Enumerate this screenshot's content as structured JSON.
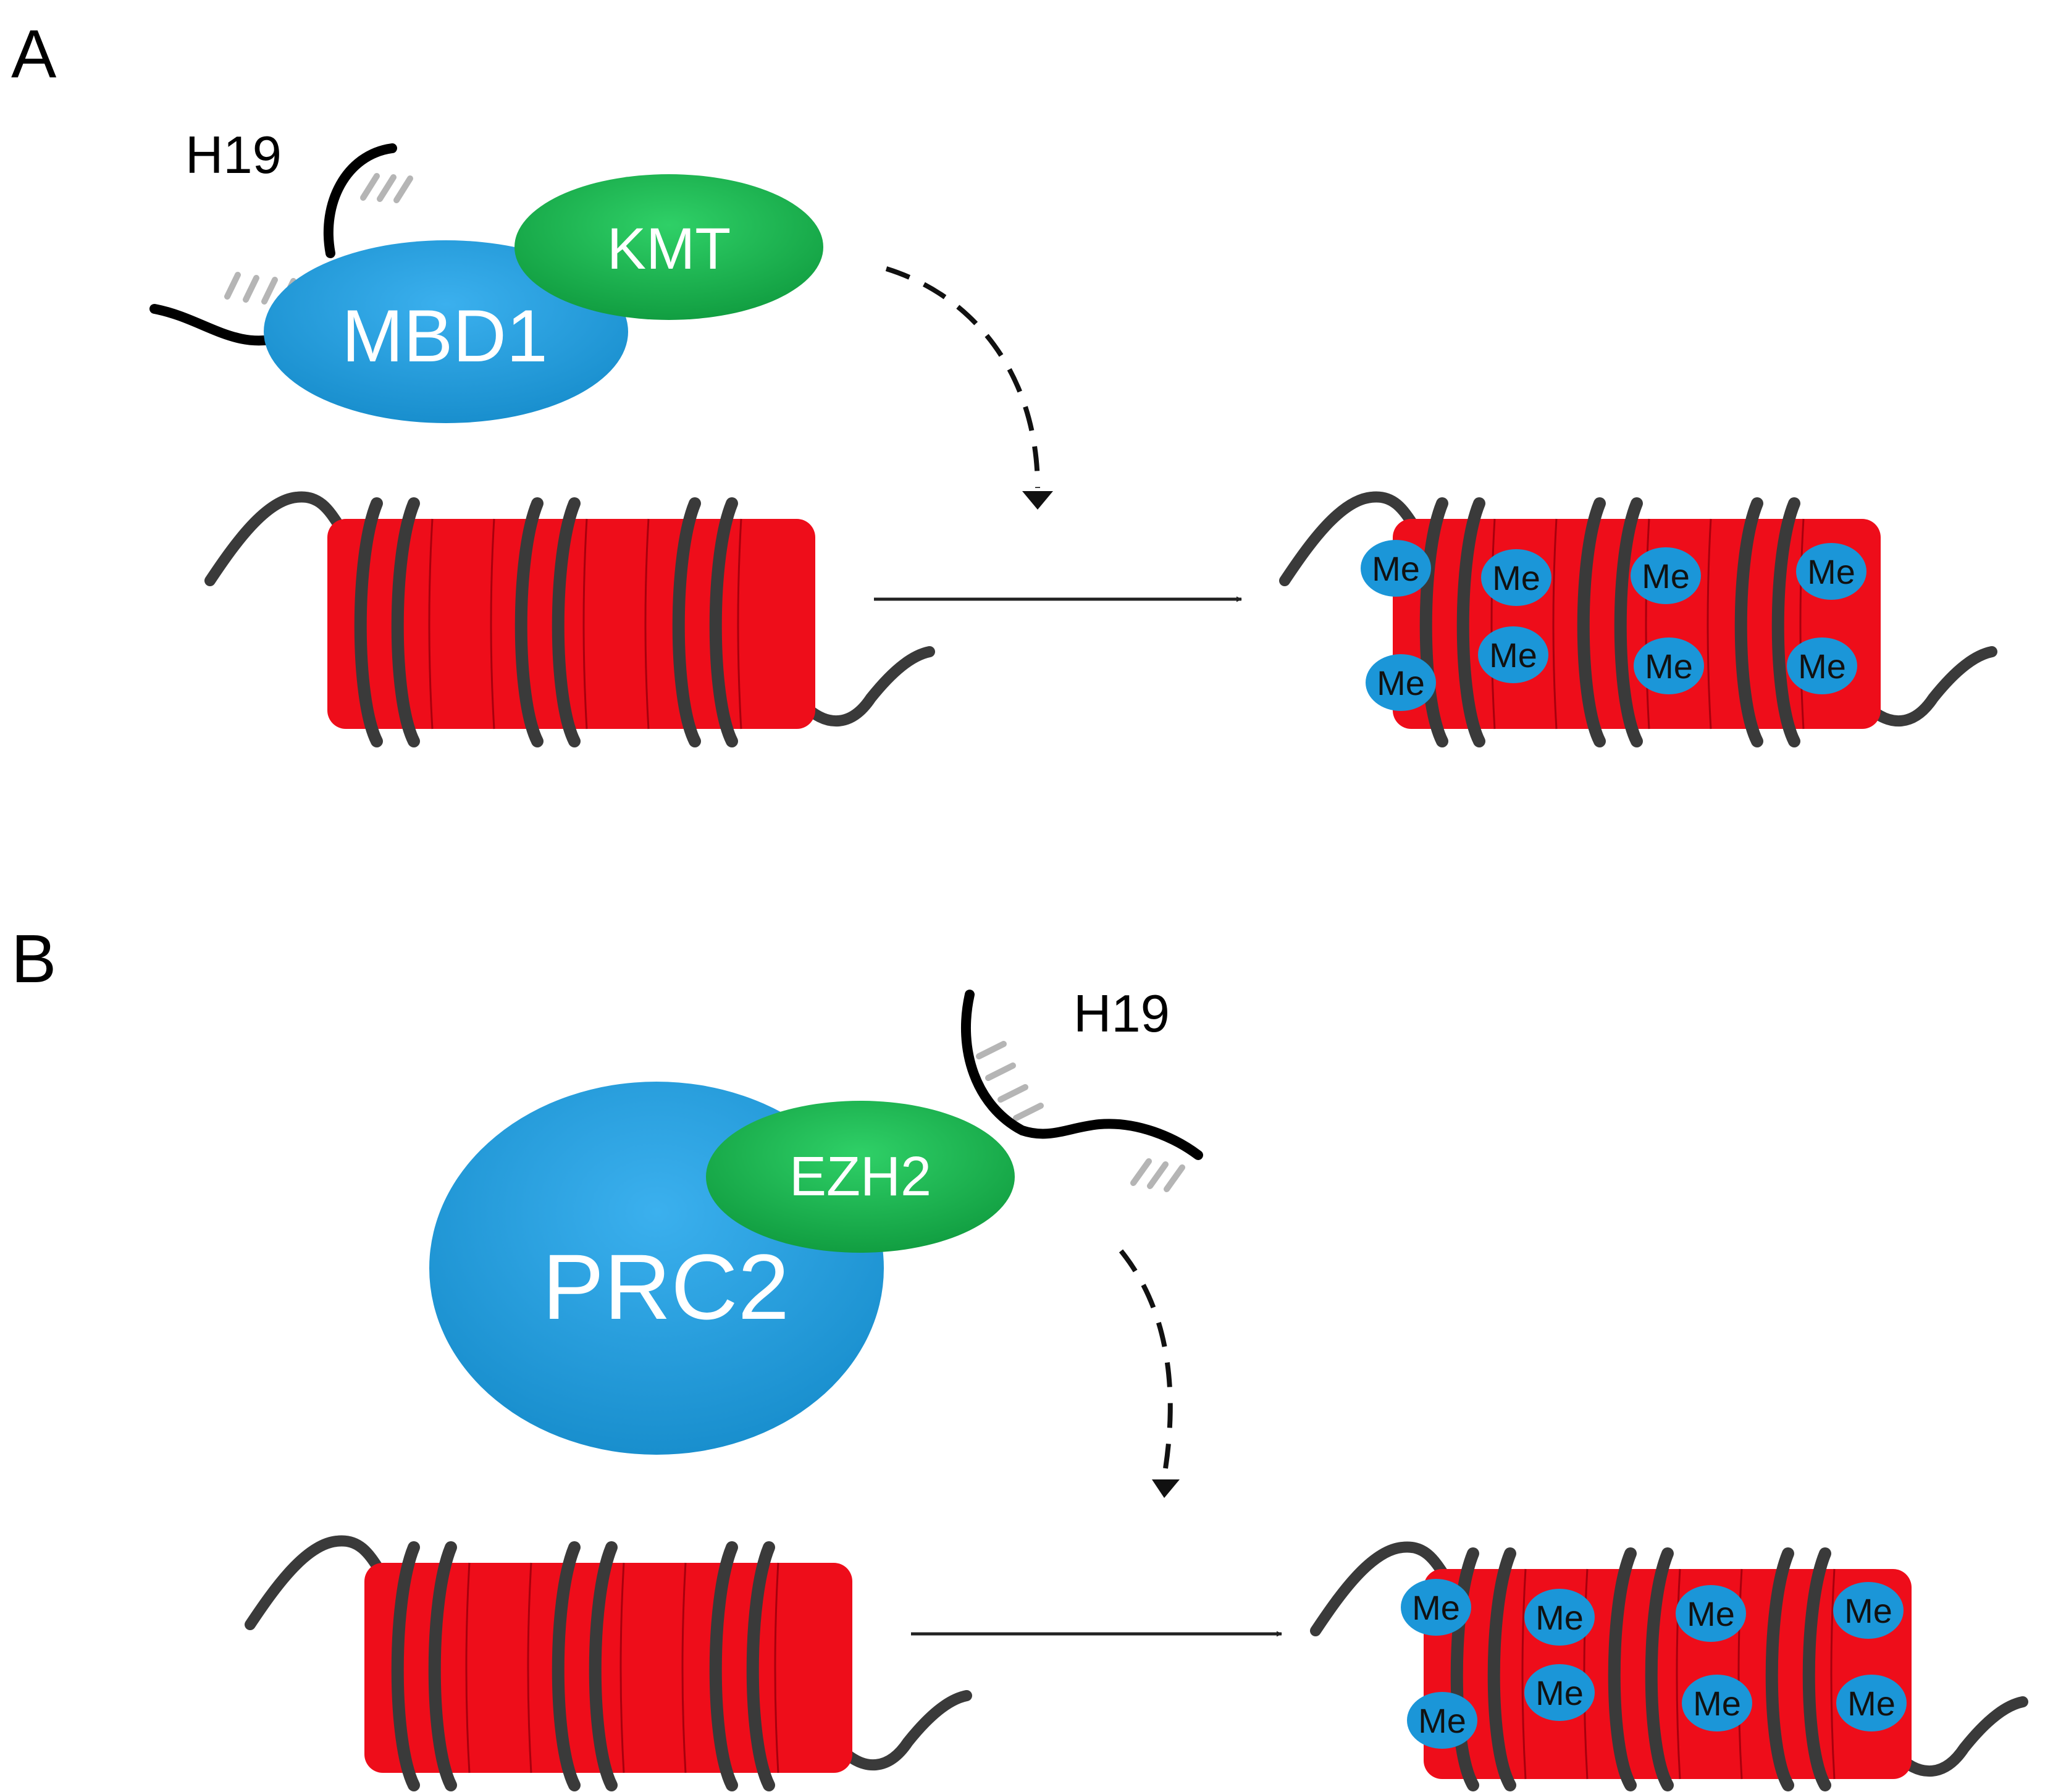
{
  "panelA": {
    "label": "A",
    "rna_label": "H19",
    "protein_label": "MBD1",
    "enzyme_label": "KMT",
    "methyl_marks": [
      "Me",
      "Me",
      "Me",
      "Me",
      "Me",
      "Me",
      "Me",
      "Me"
    ]
  },
  "panelB": {
    "label": "B",
    "rna_label": "H19",
    "protein_label": "PRC2",
    "enzyme_label": "EZH2",
    "methyl_marks": [
      "Me",
      "Me",
      "Me",
      "Me",
      "Me",
      "Me",
      "Me",
      "Me"
    ]
  },
  "colors": {
    "histone": "#ee0d1a",
    "histone_dark": "#a8000d",
    "dna": "#3a3a3a",
    "protein": "#1b96d8",
    "enzyme": "#17a84a",
    "rna": "#000000",
    "rna_pairing": "#b5b5b5",
    "methyl": "#1b96d8"
  }
}
